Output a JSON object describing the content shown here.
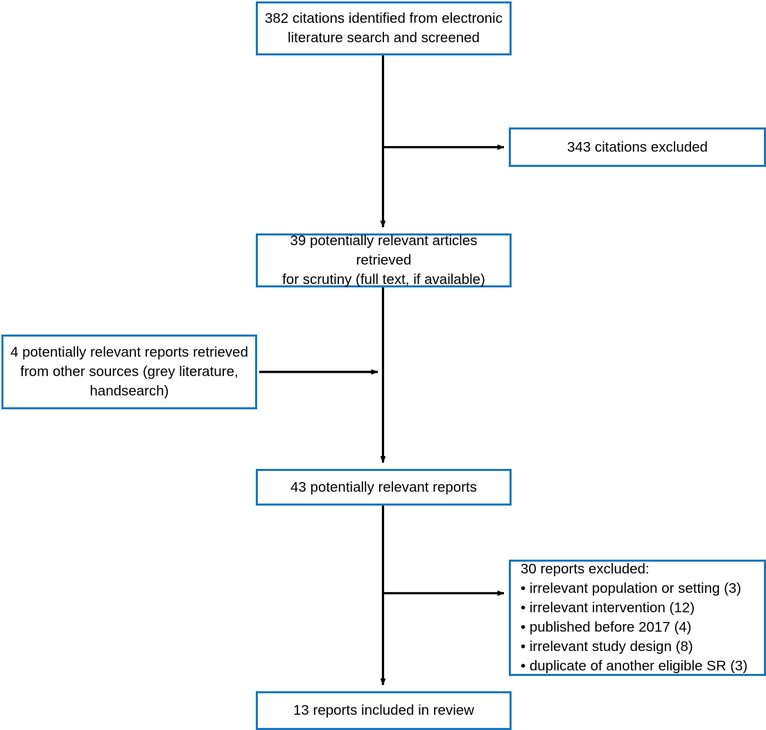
{
  "diagram": {
    "title": "Study flow diagram",
    "type": "prisma-flow-chart",
    "colors": {
      "box_border": "#1878BE",
      "box_fill": "#FFFFFF",
      "arrow": "#000000",
      "text": "#000000"
    },
    "nodes": [
      {
        "id": "identified",
        "name": "citations-identified-box",
        "count": 382,
        "text": "382 citations identified from electronic\nliterature search and screened"
      },
      {
        "id": "excluded_citations",
        "name": "citations-excluded-box",
        "count": 343,
        "text": "343 citations excluded"
      },
      {
        "id": "retrieved",
        "name": "articles-retrieved-box",
        "count": 39,
        "text": "39 potentially relevant articles retrieved\nfor scrutiny (full text, if available)"
      },
      {
        "id": "other_sources",
        "name": "other-sources-reports-box",
        "count": 4,
        "text": "4 potentially relevant reports retrieved\nfrom other sources (grey literature,\nhandsearch)"
      },
      {
        "id": "relevant_reports",
        "name": "potentially-relevant-reports-box",
        "count": 43,
        "text": "43 potentially relevant reports"
      },
      {
        "id": "excluded_reports",
        "name": "reports-excluded-box",
        "count": 30,
        "heading": "30 reports excluded:",
        "reasons": [
          "• irrelevant population or setting (3)",
          "• irrelevant intervention (12)",
          "• published before 2017 (4)",
          "• irrelevant study design (8)",
          "• duplicate of another eligible SR (3)"
        ],
        "text": "30 reports excluded:\n• irrelevant population or setting (3)\n• irrelevant intervention (12)\n• published before 2017 (4)\n• irrelevant study design (8)\n• duplicate of another eligible SR (3)"
      },
      {
        "id": "included",
        "name": "reports-included-box",
        "count": 13,
        "text": "13 reports included in review"
      }
    ],
    "connectors": [
      {
        "id": "identified-to-retrieved",
        "from": "identified",
        "to": "retrieved",
        "direction": "down"
      },
      {
        "id": "identified-to-excluded",
        "from": "identified",
        "to": "excluded_citations",
        "direction": "right"
      },
      {
        "id": "retrieved-to-relevant",
        "from": "retrieved",
        "to": "relevant_reports",
        "direction": "down"
      },
      {
        "id": "other-sources-to-stem",
        "from": "other_sources",
        "to": "retrieved-stem",
        "direction": "right"
      },
      {
        "id": "relevant-to-included",
        "from": "relevant_reports",
        "to": "included",
        "direction": "down"
      },
      {
        "id": "relevant-to-excluded",
        "from": "relevant_reports",
        "to": "excluded_reports",
        "direction": "right"
      }
    ]
  }
}
